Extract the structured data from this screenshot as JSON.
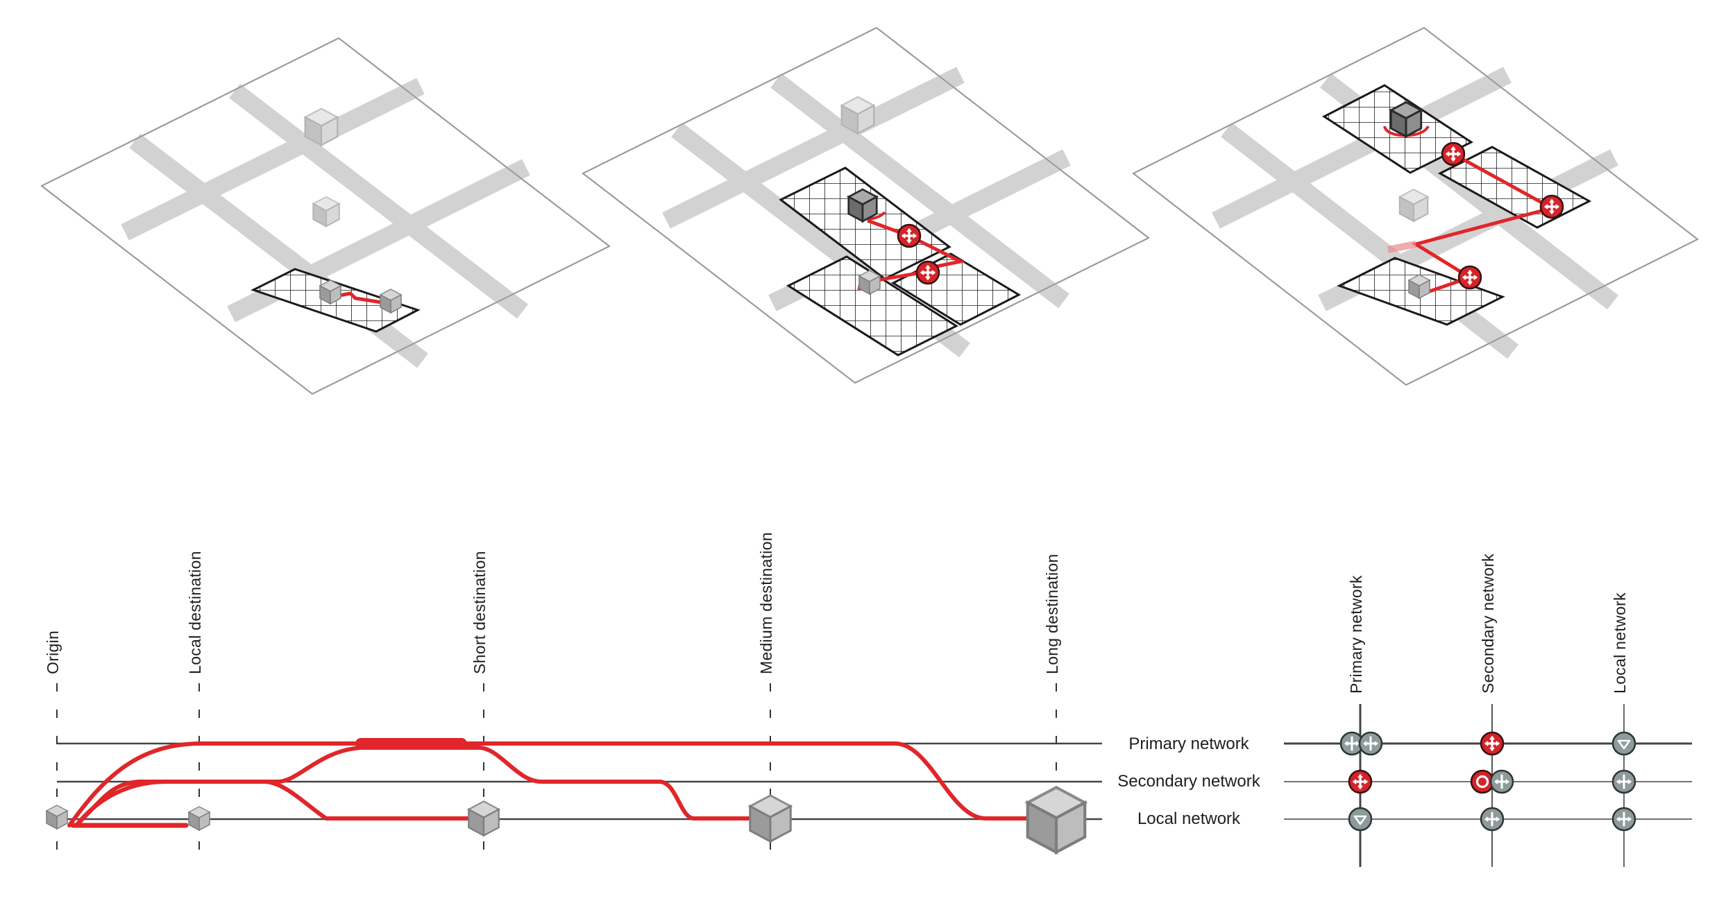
{
  "journey": {
    "stages": [
      {
        "id": "origin",
        "label": "Origin"
      },
      {
        "id": "local",
        "label": "Local destination"
      },
      {
        "id": "short",
        "label": "Short destination"
      },
      {
        "id": "medium",
        "label": "Medium destination"
      },
      {
        "id": "long",
        "label": "Long destination"
      }
    ],
    "networks": [
      {
        "id": "primary",
        "label": "Primary network"
      },
      {
        "id": "secondary",
        "label": "Secondary network"
      },
      {
        "id": "local",
        "label": "Local network"
      }
    ]
  },
  "matrix": {
    "columns": [
      {
        "id": "primary",
        "label": "Primary network"
      },
      {
        "id": "secondary",
        "label": "Secondary network"
      },
      {
        "id": "local",
        "label": "Local network"
      }
    ]
  },
  "colors": {
    "route": "#e0262a",
    "node_grey": "#8e9b9b",
    "network_line": "#444444",
    "street": "#d2d2d2",
    "block_outline": "#9a9a9a"
  }
}
